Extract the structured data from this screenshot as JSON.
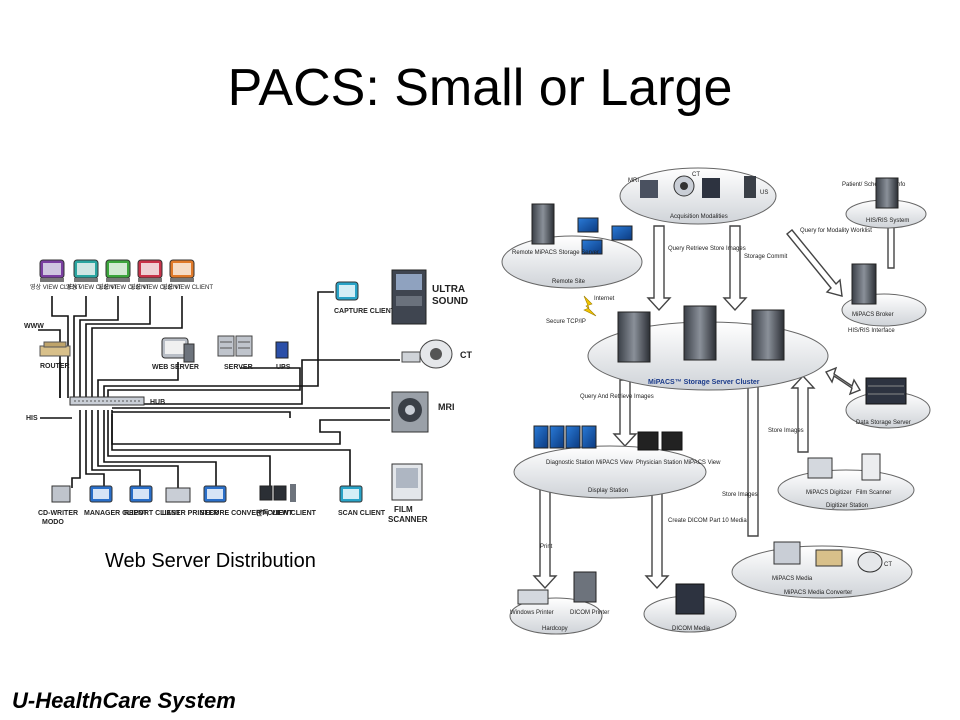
{
  "slide": {
    "title": "PACS: Small or Large",
    "caption": "Web Server Distribution",
    "footer": "U-HealthCare System"
  },
  "left_diagram": {
    "clients": [
      "영상 VIEW CLIENT",
      "영상 VIEW CLIENT",
      "영상 VIEW CLIENT",
      "영상 VIEW CLIENT",
      "영상 VIEW CLIENT"
    ],
    "www": "WWW",
    "router": "ROUTER",
    "his": "HIS",
    "hub": "HUB",
    "web_server": "WEB SERVER",
    "server": "SERVER",
    "ups": "UPS",
    "capture_client": "CAPTURE CLIENT",
    "ultra": "ULTRA",
    "sound": "SOUND",
    "ct": "CT",
    "mri": "MRI",
    "cd_writer": "CD-WRITER",
    "modo": "MODO",
    "manager_client": "MANAGER CLIENT",
    "report_client": "REPORT CLIENT",
    "laser_printer": "LASER PRINTER",
    "secure_convert_client": "SECURE CONVERT CLIENT",
    "view_client": "판독 VIEW CLIENT",
    "scan_client": "SCAN CLIENT",
    "film": "FILM",
    "scanner": "SCANNER"
  },
  "right_diagram": {
    "acquisition": {
      "label": "Acquisition Modalities",
      "mri": "MRI",
      "ct": "CT",
      "us": "US"
    },
    "patient_info": "Patient/ Scheduling Info",
    "his_ris_system": "HIS/RIS System",
    "remote_server": "Remote MiPACS Storage Server",
    "remote_site": "Remote Site",
    "query_modality": "Query for Modality Worklist",
    "query_retrieve_store": "Query Retrieve Store Images",
    "storage_commit": "Storage Commit",
    "internet": "Internet",
    "secure_tcp": "Secure TCP/IP",
    "mipacs_broker": "MiPACS Broker",
    "his_ris_interface": "HIS/RIS Interface",
    "cluster": "MiPACS™ Storage Server Cluster",
    "data_storage": "Data Storage Server",
    "query_and_retrieve": "Query And Retrieve Images",
    "store_images_a": "Store Images",
    "store_images_b": "Store Images",
    "diagnostic_station": "Diagnostic Station MiPACS View",
    "physician_station": "Physician Station MiPACS View",
    "display_station": "Display Station",
    "digitizer": "MiPACS Digitizer",
    "film_scanner": "Film Scanner",
    "digitizer_station": "Digitizer Station",
    "print": "Print",
    "create_dicom": "Create DICOM Part 10 Media",
    "windows_printer": "Windows Printer",
    "dicom_printer": "DICOM Printer",
    "hardcopy": "Hardcopy",
    "dicom_media": "DICOM Media",
    "mipacs_media": "MiPACS Media",
    "media_ct": "CT",
    "media_converter": "MiPACS Media Converter"
  }
}
